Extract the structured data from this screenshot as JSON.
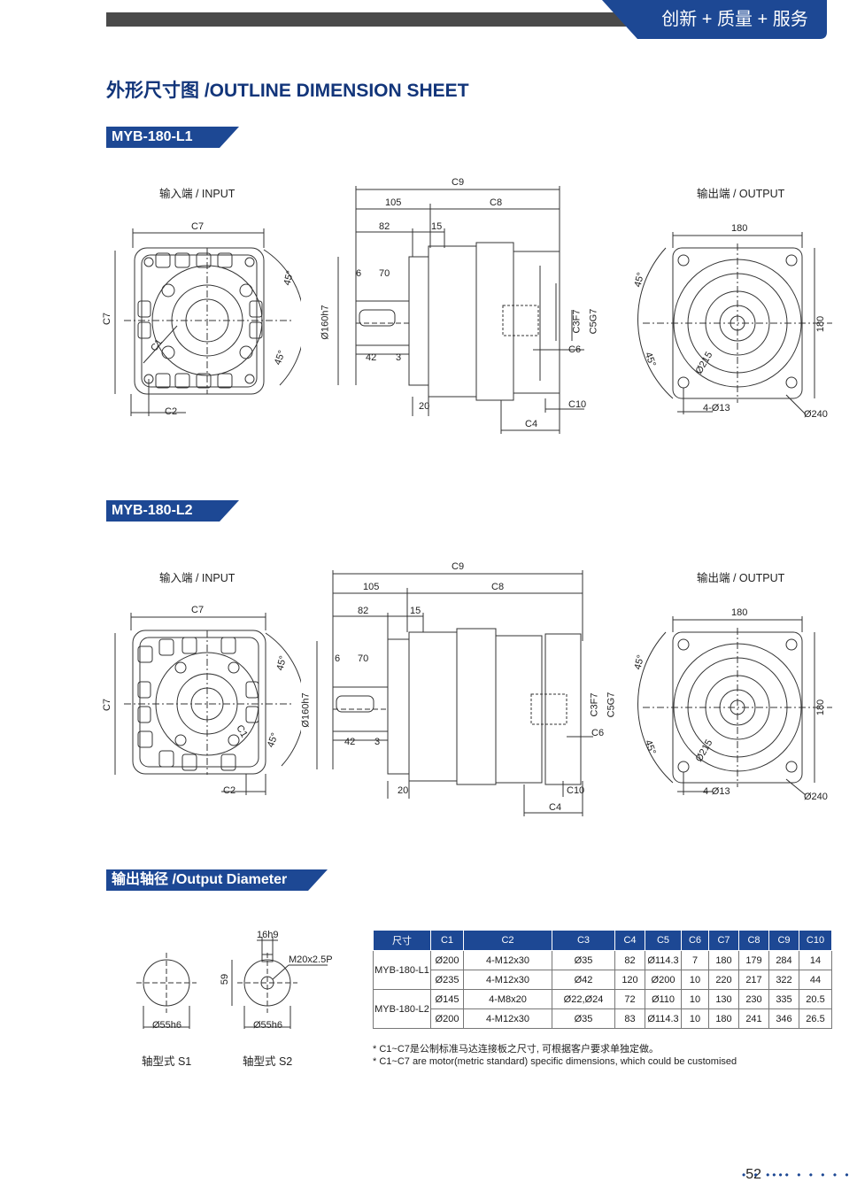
{
  "header": {
    "tagline": "创新 + 质量 + 服务"
  },
  "title": "外形尺寸图 /OUTLINE DIMENSION SHEET",
  "sections": [
    {
      "model": "MYB-180-L1",
      "input_label": "输入端 / INPUT",
      "output_label": "输出端 / OUTPUT"
    },
    {
      "model": "MYB-180-L2",
      "input_label": "输入端 / INPUT",
      "output_label": "输出端 / OUTPUT"
    }
  ],
  "dims": {
    "c7": "C7",
    "c1": "C1",
    "c2": "C2",
    "a45": "45°",
    "c9": "C9",
    "d105": "105",
    "c8": "C8",
    "d82": "82",
    "d15": "15",
    "d6": "6",
    "d70": "70",
    "d160": "Ø160h7",
    "d42": "42",
    "d3": "3",
    "d20": "20",
    "c3": "C3F7",
    "c5": "C5G7",
    "c6": "C6",
    "c10": "C10",
    "c4": "C4",
    "d180": "180",
    "d215": "Ø215",
    "holes": "4-Ø13",
    "d240": "Ø240"
  },
  "output_diameter": {
    "heading": "输出轴径 /Output Diameter",
    "s1": {
      "dia": "Ø55h6",
      "caption": "轴型式  S1"
    },
    "s2": {
      "key": "16h9",
      "thread": "M20x2.5P",
      "depth": "59",
      "dia": "Ø55h6",
      "caption": "轴型式  S2"
    }
  },
  "table": {
    "headers": [
      "尺寸",
      "C1",
      "C2",
      "C3",
      "C4",
      "C5",
      "C6",
      "C7",
      "C8",
      "C9",
      "C10"
    ],
    "groups": [
      {
        "model": "MYB-180-L1",
        "rows": [
          [
            "Ø200",
            "4-M12x30",
            "Ø35",
            "82",
            "Ø114.3",
            "7",
            "180",
            "179",
            "284",
            "14"
          ],
          [
            "Ø235",
            "4-M12x30",
            "Ø42",
            "120",
            "Ø200",
            "10",
            "220",
            "217",
            "322",
            "44"
          ]
        ]
      },
      {
        "model": "MYB-180-L2",
        "rows": [
          [
            "Ø145",
            "4-M8x20",
            "Ø22,Ø24",
            "72",
            "Ø110",
            "10",
            "130",
            "230",
            "335",
            "20.5"
          ],
          [
            "Ø200",
            "4-M12x30",
            "Ø35",
            "83",
            "Ø114.3",
            "10",
            "180",
            "241",
            "346",
            "26.5"
          ]
        ]
      }
    ]
  },
  "notes": [
    "* C1~C7是公制标准马达连接板之尺寸, 可根据客户要求单独定做。",
    "* C1~C7 are motor(metric standard) specific dimensions, which could be customised"
  ],
  "page_number": "52",
  "colors": {
    "brand": "#1d4894",
    "title": "#12357a"
  }
}
